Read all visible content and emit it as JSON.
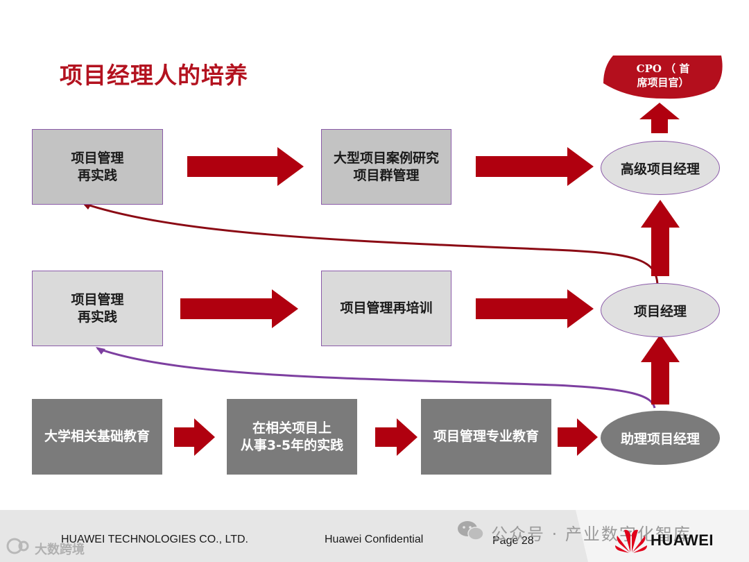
{
  "title": "项目经理人的培养",
  "cpo": "CPO （ 首\n席项目官）",
  "row1": {
    "box1": "项目管理\n再实践",
    "box2": "大型项目案例研究\n项目群管理",
    "role": "高级项目经理"
  },
  "row2": {
    "box1": "项目管理\n再实践",
    "box2": "项目管理再培训",
    "role": "项目经理"
  },
  "row3": {
    "box1": "大学相关基础教育",
    "box2": "在相关项目上\n从事3-5年的实践",
    "box3": "项目管理专业教育",
    "role": "助理项目经理"
  },
  "footer": {
    "company": "HUAWEI TECHNOLOGIES CO., LTD.",
    "confidential": "Huawei Confidential",
    "page": "Page 28",
    "brand": "HUAWEI"
  },
  "watermark": {
    "wechat": "公众号 · 产业数字化智库",
    "site": "大数跨境"
  },
  "colors": {
    "arrow": "#b0000f",
    "purple_line": "#7d3fa0",
    "dark_red_line": "#8b0a14"
  }
}
